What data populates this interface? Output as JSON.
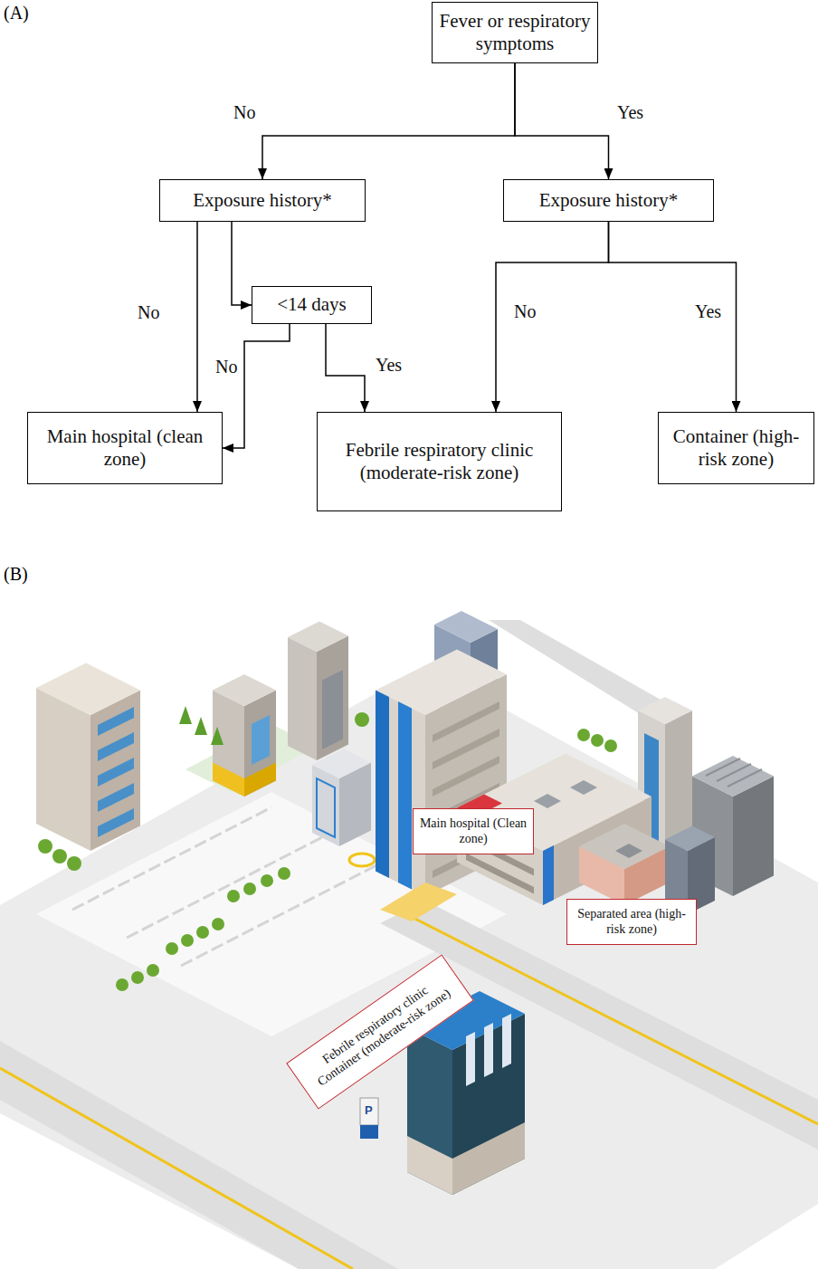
{
  "diagram": {
    "nodes": [
      {
        "text": [
          "Fever or respiratory symptoms"
        ]
      },
      {
        "text": [
          "Exposure history*"
        ]
      },
      {
        "text": [
          "Exposure history*"
        ]
      },
      {
        "text": [
          "<14 days"
        ]
      },
      {
        "text": [
          "Main hospital (clean zone)"
        ]
      },
      {
        "text": [
          "Febrile respiratory clinic (moderate-risk zone)"
        ]
      },
      {
        "text": [
          "Container (high-risk zone)"
        ]
      },
      {
        "text": [
          "Main hospital (Clean zone)"
        ]
      },
      {
        "text": [
          "Separated area (high-risk zone)"
        ]
      },
      {
        "text": [
          "Febrile respiratory clinic Container (moderate-risk zone)"
        ]
      }
    ],
    "edges": [
      {
        "from": 0,
        "to": 1,
        "label": "No",
        "arrow": "to"
      },
      {
        "from": 0,
        "to": 2,
        "label": "Yes",
        "arrow": "to"
      },
      {
        "from": 1,
        "to": 4,
        "label": "No",
        "arrow": "to"
      },
      {
        "from": 1,
        "to": 3,
        "arrow": "to"
      },
      {
        "from": 3,
        "to": 4,
        "label": "No",
        "arrow": "to"
      },
      {
        "from": 3,
        "to": 5,
        "label": "Yes",
        "arrow": "to"
      },
      {
        "from": 2,
        "to": 5,
        "label": "No",
        "arrow": "to"
      },
      {
        "from": 2,
        "to": 6,
        "label": "Yes",
        "arrow": "to"
      }
    ],
    "labels": [
      "(A)",
      "(B)",
      "P"
    ]
  }
}
